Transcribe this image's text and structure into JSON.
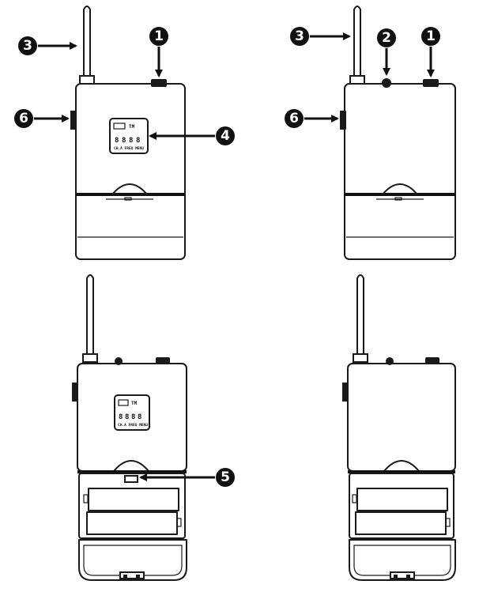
{
  "callouts": {
    "c1_left": "1",
    "c3_left": "3",
    "c4_left": "4",
    "c6_left": "6",
    "c1_right": "1",
    "c2_right": "2",
    "c3_right": "3",
    "c6_right": "6",
    "c5_bottom": "5"
  },
  "display": {
    "indicator": "TM",
    "digits": [
      "8",
      "8",
      "8",
      "8"
    ],
    "caption": "CH.A  FREQ MENU"
  }
}
